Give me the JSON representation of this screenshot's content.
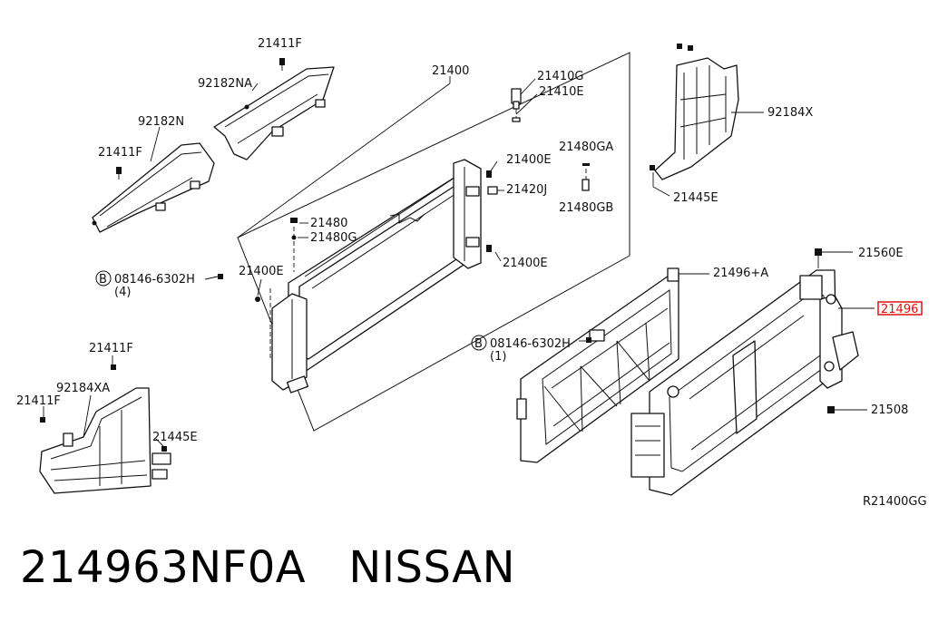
{
  "diagram": {
    "callouts": {
      "c21411F_a": "21411F",
      "c92182NA": "92182NA",
      "c21400": "21400",
      "c21410G": "21410G",
      "c21410E": "21410E",
      "c92184X": "92184X",
      "c92182N": "92182N",
      "c21480GA": "21480GA",
      "c21411F_b": "21411F",
      "c21400E_a": "21400E",
      "c21420J": "21420J",
      "c21445E_a": "21445E",
      "c21480GB": "21480GB",
      "c21480": "21480",
      "c21480G": "21480G",
      "c21400E_b": "21400E",
      "c21560E": "21560E",
      "c08146_a": "08146-6302H",
      "c08146_a_qty": "(4)",
      "c21400E_c": "21400E",
      "c21496A": "21496+A",
      "c21496": "21496",
      "c08146_b": "08146-6302H",
      "c08146_b_qty": "(1)",
      "c21411F_c": "21411F",
      "c92184XA": "92184XA",
      "c21411F_d": "21411F",
      "c21445E_b": "21445E",
      "c21508": "21508",
      "b_letter_a": "B",
      "b_letter_b": "B"
    },
    "ref_code": "R21400GG",
    "highlight_color": "#e01010"
  },
  "footer": {
    "part_number": "214963NF0A",
    "brand": "NISSAN"
  }
}
